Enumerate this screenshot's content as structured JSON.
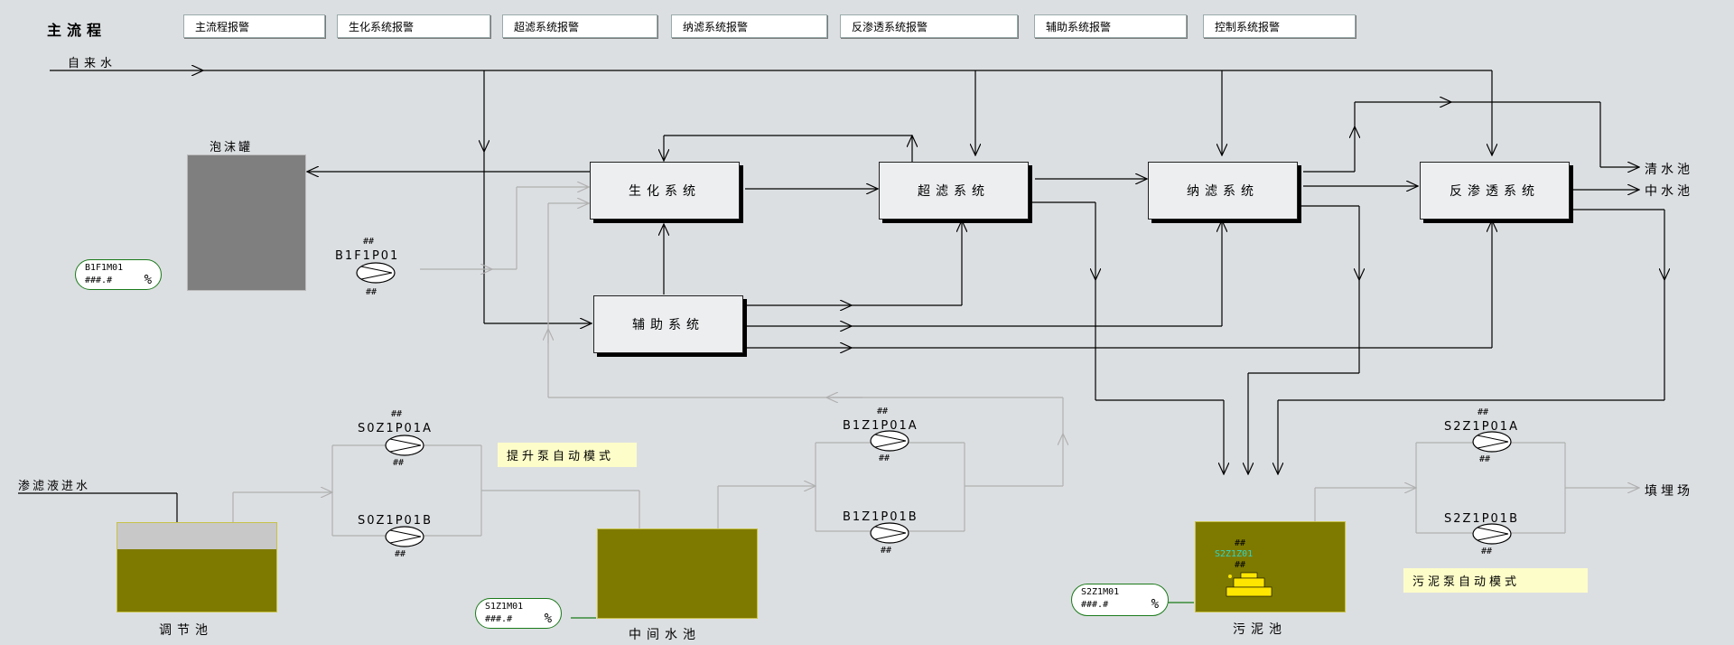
{
  "header": {
    "title": "主流程"
  },
  "alarm_buttons": [
    "主流程报警",
    "生化系统报警",
    "超滤系统报警",
    "纳滤系统报警",
    "反渗透系统报警",
    "辅助系统报警",
    "控制系统报警"
  ],
  "systems": {
    "biochem": "生化系统",
    "ultrafiltration": "超滤系统",
    "nanofiltration": "纳滤系统",
    "reverse_osmosis": "反渗透系统",
    "auxiliary": "辅助系统"
  },
  "labels": {
    "tap_water": "自来水",
    "clear_water_tank": "清水池",
    "mid_water_tank": "中水池",
    "landfill": "填埋场",
    "leachate_inlet": "渗滤液进水",
    "foam_tank": "泡沫罐",
    "regulating_tank": "调节池",
    "intermediate_tank": "中间水池",
    "sludge_tank": "污泥池"
  },
  "pumps": [
    {
      "tag": "B1F1P01",
      "status_top": "##",
      "status_bottom": "##"
    },
    {
      "tag": "S0Z1P01A",
      "status_top": "##",
      "status_bottom": "##"
    },
    {
      "tag": "S0Z1P01B",
      "status_bottom": "##"
    },
    {
      "tag": "B1Z1P01A",
      "status_top": "##",
      "status_bottom": "##"
    },
    {
      "tag": "B1Z1P01B",
      "status_bottom": "##"
    },
    {
      "tag": "S2Z1P01A",
      "status_top": "##",
      "status_bottom": "##"
    },
    {
      "tag": "S2Z1P01B",
      "status_bottom": "##"
    }
  ],
  "controls": [
    {
      "tag": "B1F1M01",
      "value": "###.#",
      "unit": "%"
    },
    {
      "tag": "S1Z1M01",
      "value": "###.#",
      "unit": "%"
    },
    {
      "tag": "S2Z1M01",
      "value": "###.#",
      "unit": "%"
    }
  ],
  "agitator": {
    "tag": "S2Z1Z01",
    "status_top": "##",
    "status_bottom": "##"
  },
  "notes": {
    "regulating_pump": "提升泵自动模式",
    "sludge_pump": "污泥泵自动模式"
  },
  "colors": {
    "background": "#dcdfe2",
    "tank_fill": "#7e7a00",
    "foam_tank": "#7f7f7f",
    "note_bg": "#fdfdc9",
    "agitator": "#ffe600"
  }
}
